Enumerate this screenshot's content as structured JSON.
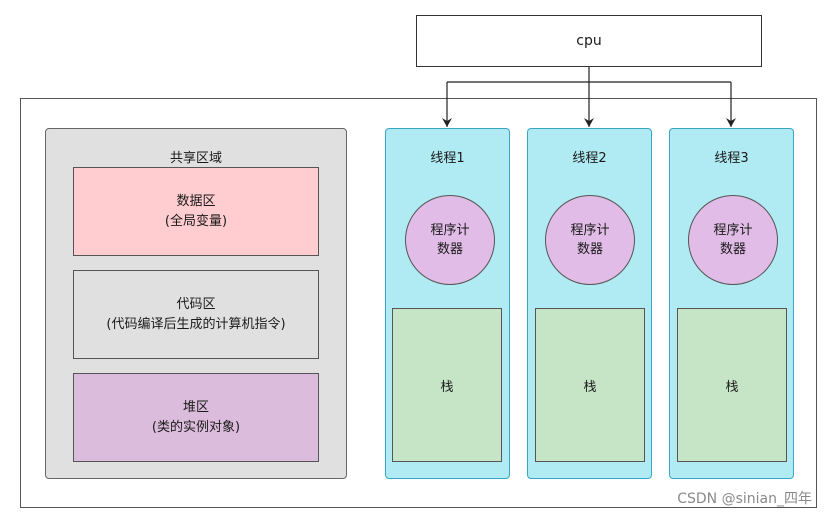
{
  "cpu": {
    "label": "cpu"
  },
  "shared": {
    "title": "共享区域",
    "data_region": {
      "line1": "数据区",
      "line2": "(全局变量)"
    },
    "code_region": {
      "line1": "代码区",
      "line2": "(代码编译后生成的计算机指令)"
    },
    "heap_region": {
      "line1": "堆区",
      "line2": "(类的实例对象)"
    }
  },
  "threads": [
    {
      "title": "线程1",
      "pc_line1": "程序计",
      "pc_line2": "数器",
      "stack": "栈"
    },
    {
      "title": "线程2",
      "pc_line1": "程序计",
      "pc_line2": "数器",
      "stack": "栈"
    },
    {
      "title": "线程3",
      "pc_line1": "程序计",
      "pc_line2": "数器",
      "stack": "栈"
    }
  ],
  "watermark": "CSDN @sinian_四年",
  "colors": {
    "shared_bg": "#e0e0e0",
    "data_region": "#ffccd0",
    "heap_region": "#dcbcdc",
    "thread_bg": "#b0eaf2",
    "pc_circle": "#e0bce6",
    "stack_bg": "#c6e4c6"
  }
}
